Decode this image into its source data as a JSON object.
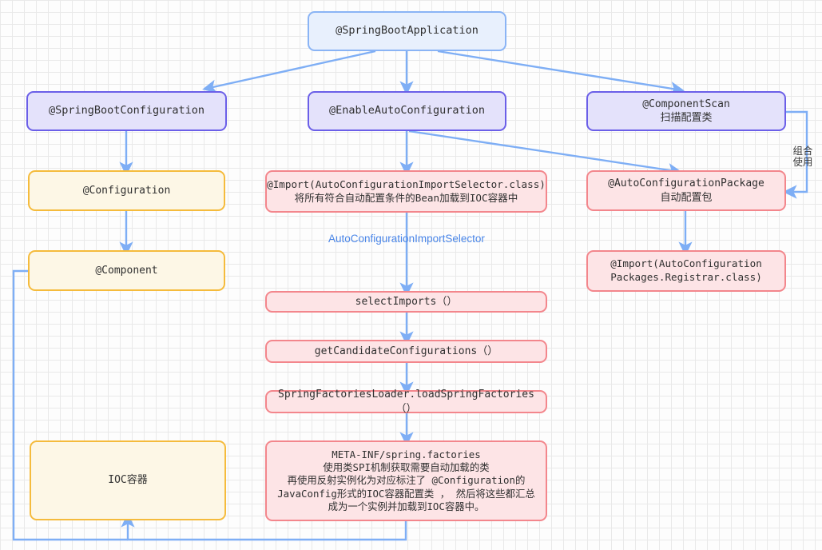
{
  "diagram": {
    "title": "SpringBoot @SpringBootApplication annotation breakdown",
    "colors": {
      "blue_fill": "#e8f0fd",
      "blue_stroke": "#8ab4f5",
      "purple_fill": "#e4e2fb",
      "purple_stroke": "#6b5fe8",
      "yellow_fill": "#fdf7e6",
      "yellow_stroke": "#f5bb3c",
      "pink_fill": "#fde4e6",
      "pink_stroke": "#f3868c",
      "arrow": "#7eaef5",
      "edge_label": "#4a86e8",
      "grid_minor": "#e9e9e9",
      "grid_major": "#cfcfcf",
      "background": "#fdfdfd"
    },
    "nodes": [
      {
        "id": "spring-boot-application",
        "text": "@SpringBootApplication",
        "style": "blue"
      },
      {
        "id": "spring-boot-configuration",
        "text": "@SpringBootConfiguration",
        "style": "purple"
      },
      {
        "id": "enable-auto-configuration",
        "text": "@EnableAutoConfiguration",
        "style": "purple"
      },
      {
        "id": "component-scan",
        "text": "@ComponentScan\n扫描配置类",
        "style": "purple"
      },
      {
        "id": "configuration",
        "text": "@Configuration",
        "style": "yellow"
      },
      {
        "id": "component",
        "text": "@Component",
        "style": "yellow"
      },
      {
        "id": "ioc-container",
        "text": "IOC容器",
        "style": "yellow"
      },
      {
        "id": "import-selector",
        "text": "@Import(AutoConfigurationImportSelector.class)\n将所有符合自动配置条件的Bean加载到IOC容器中",
        "style": "pink"
      },
      {
        "id": "auto-configuration-package",
        "text": "@AutoConfigurationPackage\n自动配置包",
        "style": "pink"
      },
      {
        "id": "import-registrar",
        "text": "@Import(AutoConfiguration\nPackages.Registrar.class)",
        "style": "pink"
      },
      {
        "id": "select-imports",
        "text": "selectImports（）",
        "style": "pink"
      },
      {
        "id": "get-candidate-configurations",
        "text": "getCandidateConfigurations（）",
        "style": "pink"
      },
      {
        "id": "load-spring-factories",
        "text": "SpringFactoriesLoader.loadSpringFactories（）",
        "style": "pink"
      },
      {
        "id": "meta-inf-detail",
        "text": "META-INF/spring.factories\n使用类SPI机制获取需要自动加载的类\n再使用反射实例化为对应标注了 @Configuration的\nJavaConfig形式的IOC容器配置类 ， 然后将这些都汇总\n成为一个实例并加载到IOC容器中。",
        "style": "pink"
      }
    ],
    "labels": {
      "auto_configuration_import_selector": "AutoConfigurationImportSelector",
      "combination_use": "组合\n使用"
    }
  }
}
